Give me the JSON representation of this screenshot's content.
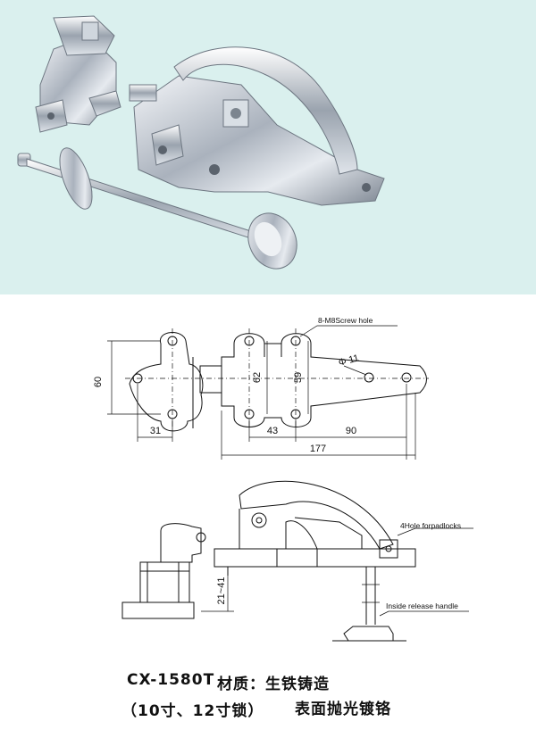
{
  "top_view": {
    "screw_hole_label": "8-M8Screw hole",
    "hole_diameter_label": "Φ 11",
    "dim_height_60": "60",
    "dim_height_62": "62",
    "dim_height_59": "59",
    "dim_31": "31",
    "dim_43": "43",
    "dim_90": "90",
    "dim_177": "177"
  },
  "side_view": {
    "padlock_label": "4Hole forpadlocks",
    "release_label": "Inside release handle",
    "dim_range": "21~41"
  },
  "caption": {
    "model": "CX-1580T",
    "material": "材质：生铁铸造",
    "sizes": "（10寸、12寸锁）",
    "finish": "表面抛光镀铬"
  },
  "colors": {
    "photo_background": "#daf0ee",
    "chrome": "#c6cdd6",
    "line": "#111111"
  }
}
